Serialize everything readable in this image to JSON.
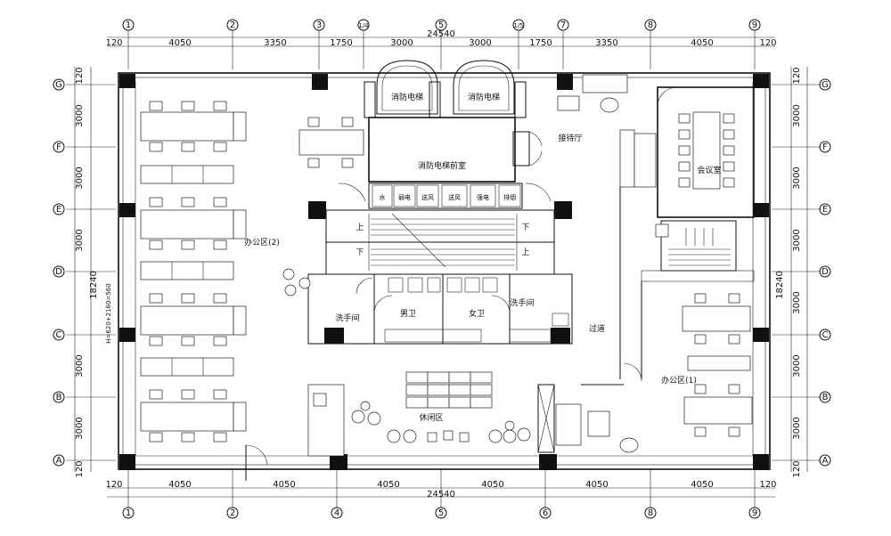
{
  "axes": {
    "top": [
      {
        "label": "1"
      },
      {
        "label": "2"
      },
      {
        "label": "3"
      },
      {
        "label": "1/4"
      },
      {
        "label": "5"
      },
      {
        "label": "1/5"
      },
      {
        "label": "7"
      },
      {
        "label": "8"
      },
      {
        "label": "9"
      }
    ],
    "bottom": [
      {
        "label": "1"
      },
      {
        "label": "2"
      },
      {
        "label": "4"
      },
      {
        "label": "5"
      },
      {
        "label": "6"
      },
      {
        "label": "8"
      },
      {
        "label": "9"
      }
    ],
    "rows": [
      {
        "label": "G"
      },
      {
        "label": "F"
      },
      {
        "label": "E"
      },
      {
        "label": "D"
      },
      {
        "label": "C"
      },
      {
        "label": "B"
      },
      {
        "label": "A"
      }
    ]
  },
  "dimensions": {
    "top_total": "24540",
    "top_edge": "120",
    "top_segments": [
      "4050",
      "3350",
      "1750",
      "3000",
      "3000",
      "1750",
      "3350",
      "4050"
    ],
    "bottom_total": "24540",
    "bottom_edge": "120",
    "bottom_segments": [
      "4050",
      "4050",
      "4050",
      "4050",
      "4050",
      "4050"
    ],
    "side_total": "18240",
    "side_edge": "120",
    "side_segments": [
      "3000",
      "3000",
      "3000",
      "3000",
      "3000",
      "3000"
    ],
    "height_note": "H=620+2160=560"
  },
  "rooms": {
    "fire_elevator_1": "消防电梯",
    "fire_elevator_2": "消防电梯",
    "reception": "接待厅",
    "fire_lobby": "消防电梯前室",
    "meeting": "会议室",
    "office2": "办公区(2)",
    "office1": "办公区(1)",
    "mens_wc": "男卫",
    "womens_wc": "女卫",
    "wash_left": "洗手间",
    "wash_right": "洗手间",
    "corridor": "过道",
    "lounge": "休闲区"
  },
  "shafts": [
    "水",
    "弱电",
    "送风",
    "送风",
    "强电",
    "排烟"
  ],
  "stairs": {
    "up": "上",
    "down": "下"
  }
}
